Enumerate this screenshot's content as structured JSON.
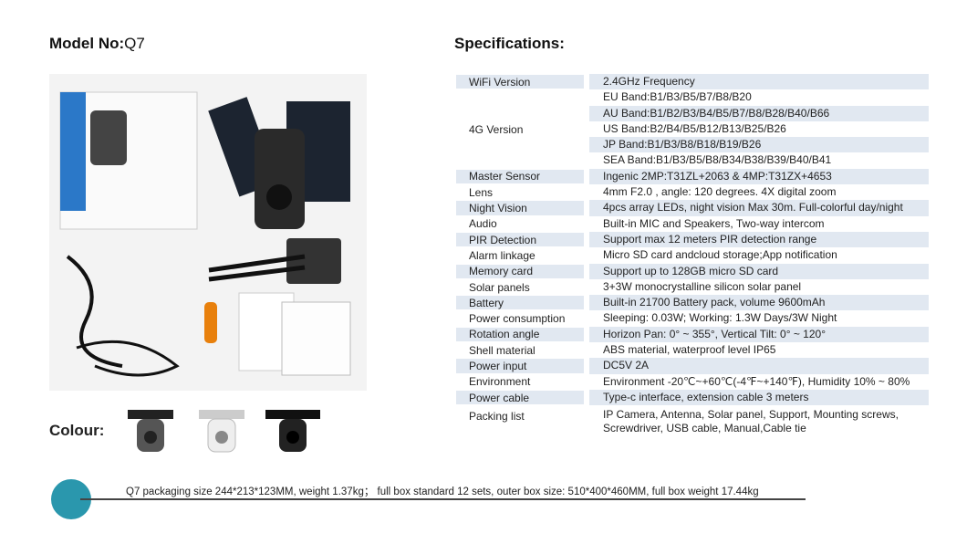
{
  "model": {
    "label": "Model No:",
    "value": "Q7"
  },
  "specifications_title": "Specifications:",
  "colour_label": "Colour:",
  "colours": [
    "black-white",
    "white",
    "black"
  ],
  "accent_color": "#2a97ad",
  "specs": [
    {
      "label": "WiFi Version",
      "values": [
        "2.4GHz Frequency"
      ]
    },
    {
      "label": "4G Version",
      "values": [
        "EU Band:B1/B3/B5/B7/B8/B20",
        "AU Band:B1/B2/B3/B4/B5/B7/B8/B28/B40/B66",
        "US Band:B2/B4/B5/B12/B13/B25/B26",
        "JP Band:B1/B3/B8/B18/B19/B26",
        "SEA Band:B1/B3/B5/B8/B34/B38/B39/B40/B41"
      ]
    },
    {
      "label": "Master Sensor",
      "values": [
        "Ingenic 2MP:T31ZL+2063 & 4MP:T31ZX+4653"
      ]
    },
    {
      "label": "Lens",
      "values": [
        "4mm F2.0 , angle: 120 degrees. 4X digital zoom"
      ]
    },
    {
      "label": "Night Vision",
      "values": [
        "4pcs array LEDs, night vision Max 30m. Full-colorful day/night"
      ]
    },
    {
      "label": "Audio",
      "values": [
        "Built-in MIC and Speakers, Two-way intercom"
      ]
    },
    {
      "label": "PIR Detection",
      "values": [
        "Support max 12 meters PIR detection range"
      ]
    },
    {
      "label": "Alarm linkage",
      "values": [
        "Micro SD card andcloud storage;App notification"
      ]
    },
    {
      "label": "Memory card",
      "values": [
        "Support up to 128GB micro SD card"
      ]
    },
    {
      "label": "Solar panels",
      "values": [
        "3+3W monocrystalline silicon solar panel"
      ]
    },
    {
      "label": "Battery",
      "values": [
        "Built-in 21700 Battery pack, volume 9600mAh"
      ]
    },
    {
      "label": "Power consumption",
      "values": [
        "Sleeping: 0.03W;  Working: 1.3W Days/3W Night"
      ]
    },
    {
      "label": "Rotation angle",
      "values": [
        "Horizon Pan: 0° ~ 355°, Vertical Tilt: 0° ~ 120°"
      ]
    },
    {
      "label": "Shell material",
      "values": [
        "ABS material, waterproof level IP65"
      ]
    },
    {
      "label": "Power input",
      "values": [
        "DC5V 2A"
      ]
    },
    {
      "label": "Environment",
      "values": [
        "Environment -20℃~+60℃(-4℉~+140℉), Humidity 10% ~ 80%"
      ]
    },
    {
      "label": "Power cable",
      "values": [
        "Type-c interface, extension cable 3 meters"
      ]
    },
    {
      "label": "Packing list",
      "values": [
        "IP Camera, Antenna, Solar panel, Support, Mounting screws,",
        "Screwdriver, USB cable, Manual,Cable tie"
      ]
    }
  ],
  "footer": "Q7 packaging size 244*213*123MM, weight 1.37kg；  full box standard 12 sets, outer box size: 510*400*460MM, full box weight 17.44kg"
}
